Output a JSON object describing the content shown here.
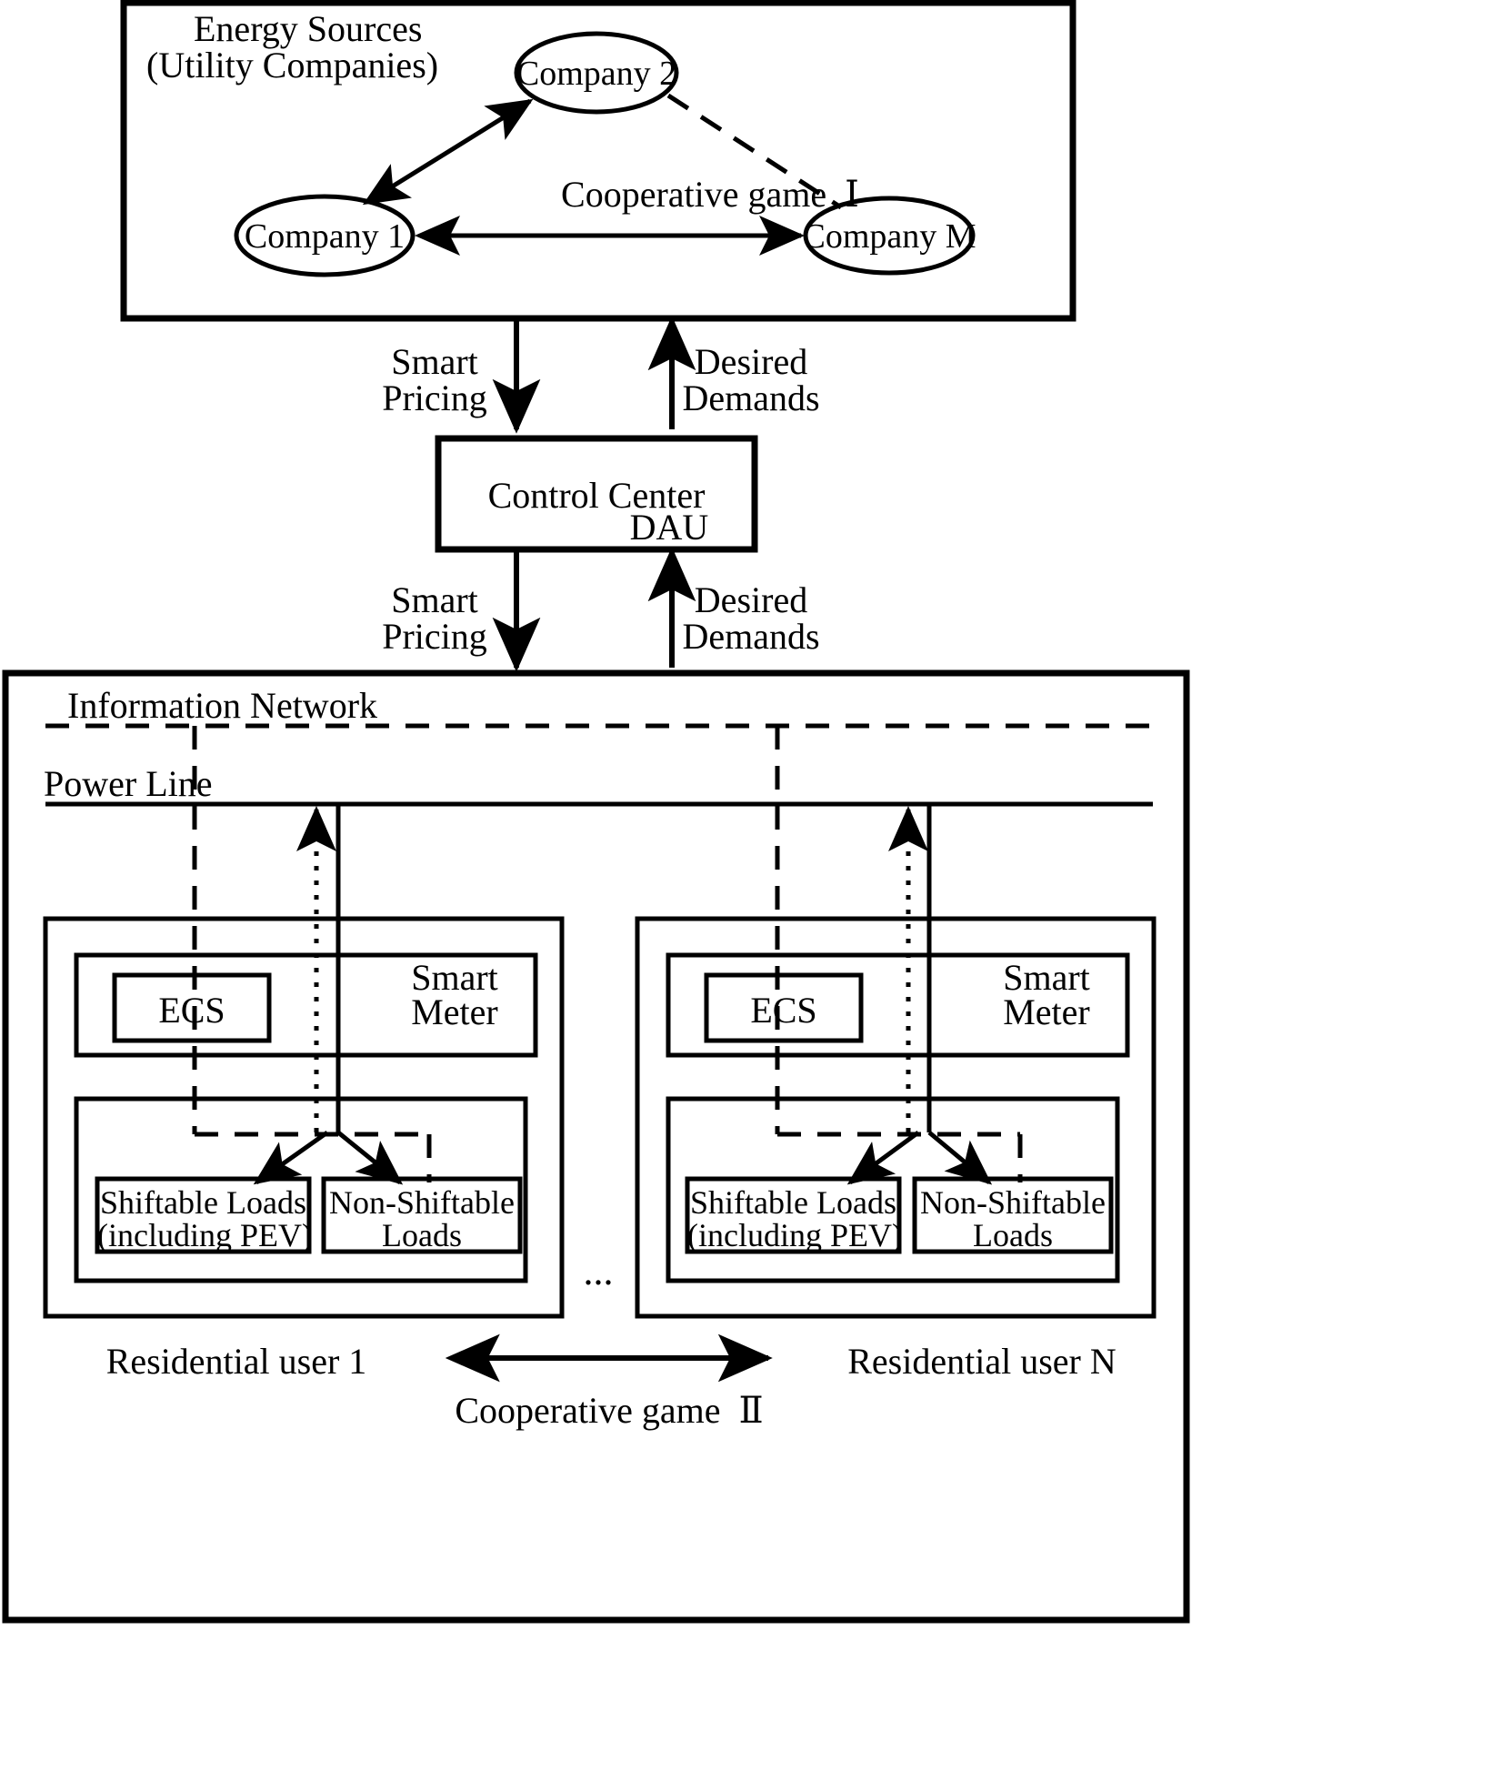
{
  "diagram": {
    "title": "Smart grid cooperative game architecture",
    "colors": {
      "stroke": "#000000",
      "background": "#ffffff"
    }
  },
  "energy_sources": {
    "panel_label_line1": "Energy Sources",
    "panel_label_line2": "(Utility Companies)",
    "game_label": "Cooperative game  Ⅰ",
    "nodes": [
      {
        "id": "company1",
        "label": "Company 1"
      },
      {
        "id": "company2",
        "label": "Company 2"
      },
      {
        "id": "companyM",
        "label": "Company M"
      }
    ],
    "edges": [
      {
        "from": "company1",
        "to": "company2",
        "style": "solid",
        "arrows": "both"
      },
      {
        "from": "company1",
        "to": "companyM",
        "style": "solid",
        "arrows": "both"
      },
      {
        "from": "company2",
        "to": "companyM",
        "style": "dashed",
        "arrows": "none"
      }
    ]
  },
  "links_upper": {
    "down_label_line1": "Smart",
    "down_label_line2": "Pricing",
    "up_label_line1": "Desired",
    "up_label_line2": "Demands"
  },
  "control_center": {
    "title": "Control Center",
    "subtitle": "DAU"
  },
  "links_lower": {
    "down_label_line1": "Smart",
    "down_label_line2": "Pricing",
    "up_label_line1": "Desired",
    "up_label_line2": "Demands"
  },
  "network_panel": {
    "information_network_label": "Information Network",
    "power_line_label": "Power Line",
    "ellipsis": "...",
    "bottom_arrow_label": "Cooperative game  Ⅱ",
    "users": [
      {
        "id": "user1",
        "caption": "Residential user 1",
        "smart_meter_label_line1": "Smart",
        "smart_meter_label_line2": "Meter",
        "ecs_label": "ECS",
        "loads": [
          {
            "id": "shiftable",
            "line1": "Shiftable Loads",
            "line2": "(including PEV)"
          },
          {
            "id": "non-shiftable",
            "line1": "Non-Shiftable",
            "line2": "Loads"
          }
        ]
      },
      {
        "id": "userN",
        "caption": "Residential user N",
        "smart_meter_label_line1": "Smart",
        "smart_meter_label_line2": "Meter",
        "ecs_label": "ECS",
        "loads": [
          {
            "id": "shiftable",
            "line1": "Shiftable Loads",
            "line2": "(including PEV)"
          },
          {
            "id": "non-shiftable",
            "line1": "Non-Shiftable",
            "line2": "Loads"
          }
        ]
      }
    ]
  }
}
